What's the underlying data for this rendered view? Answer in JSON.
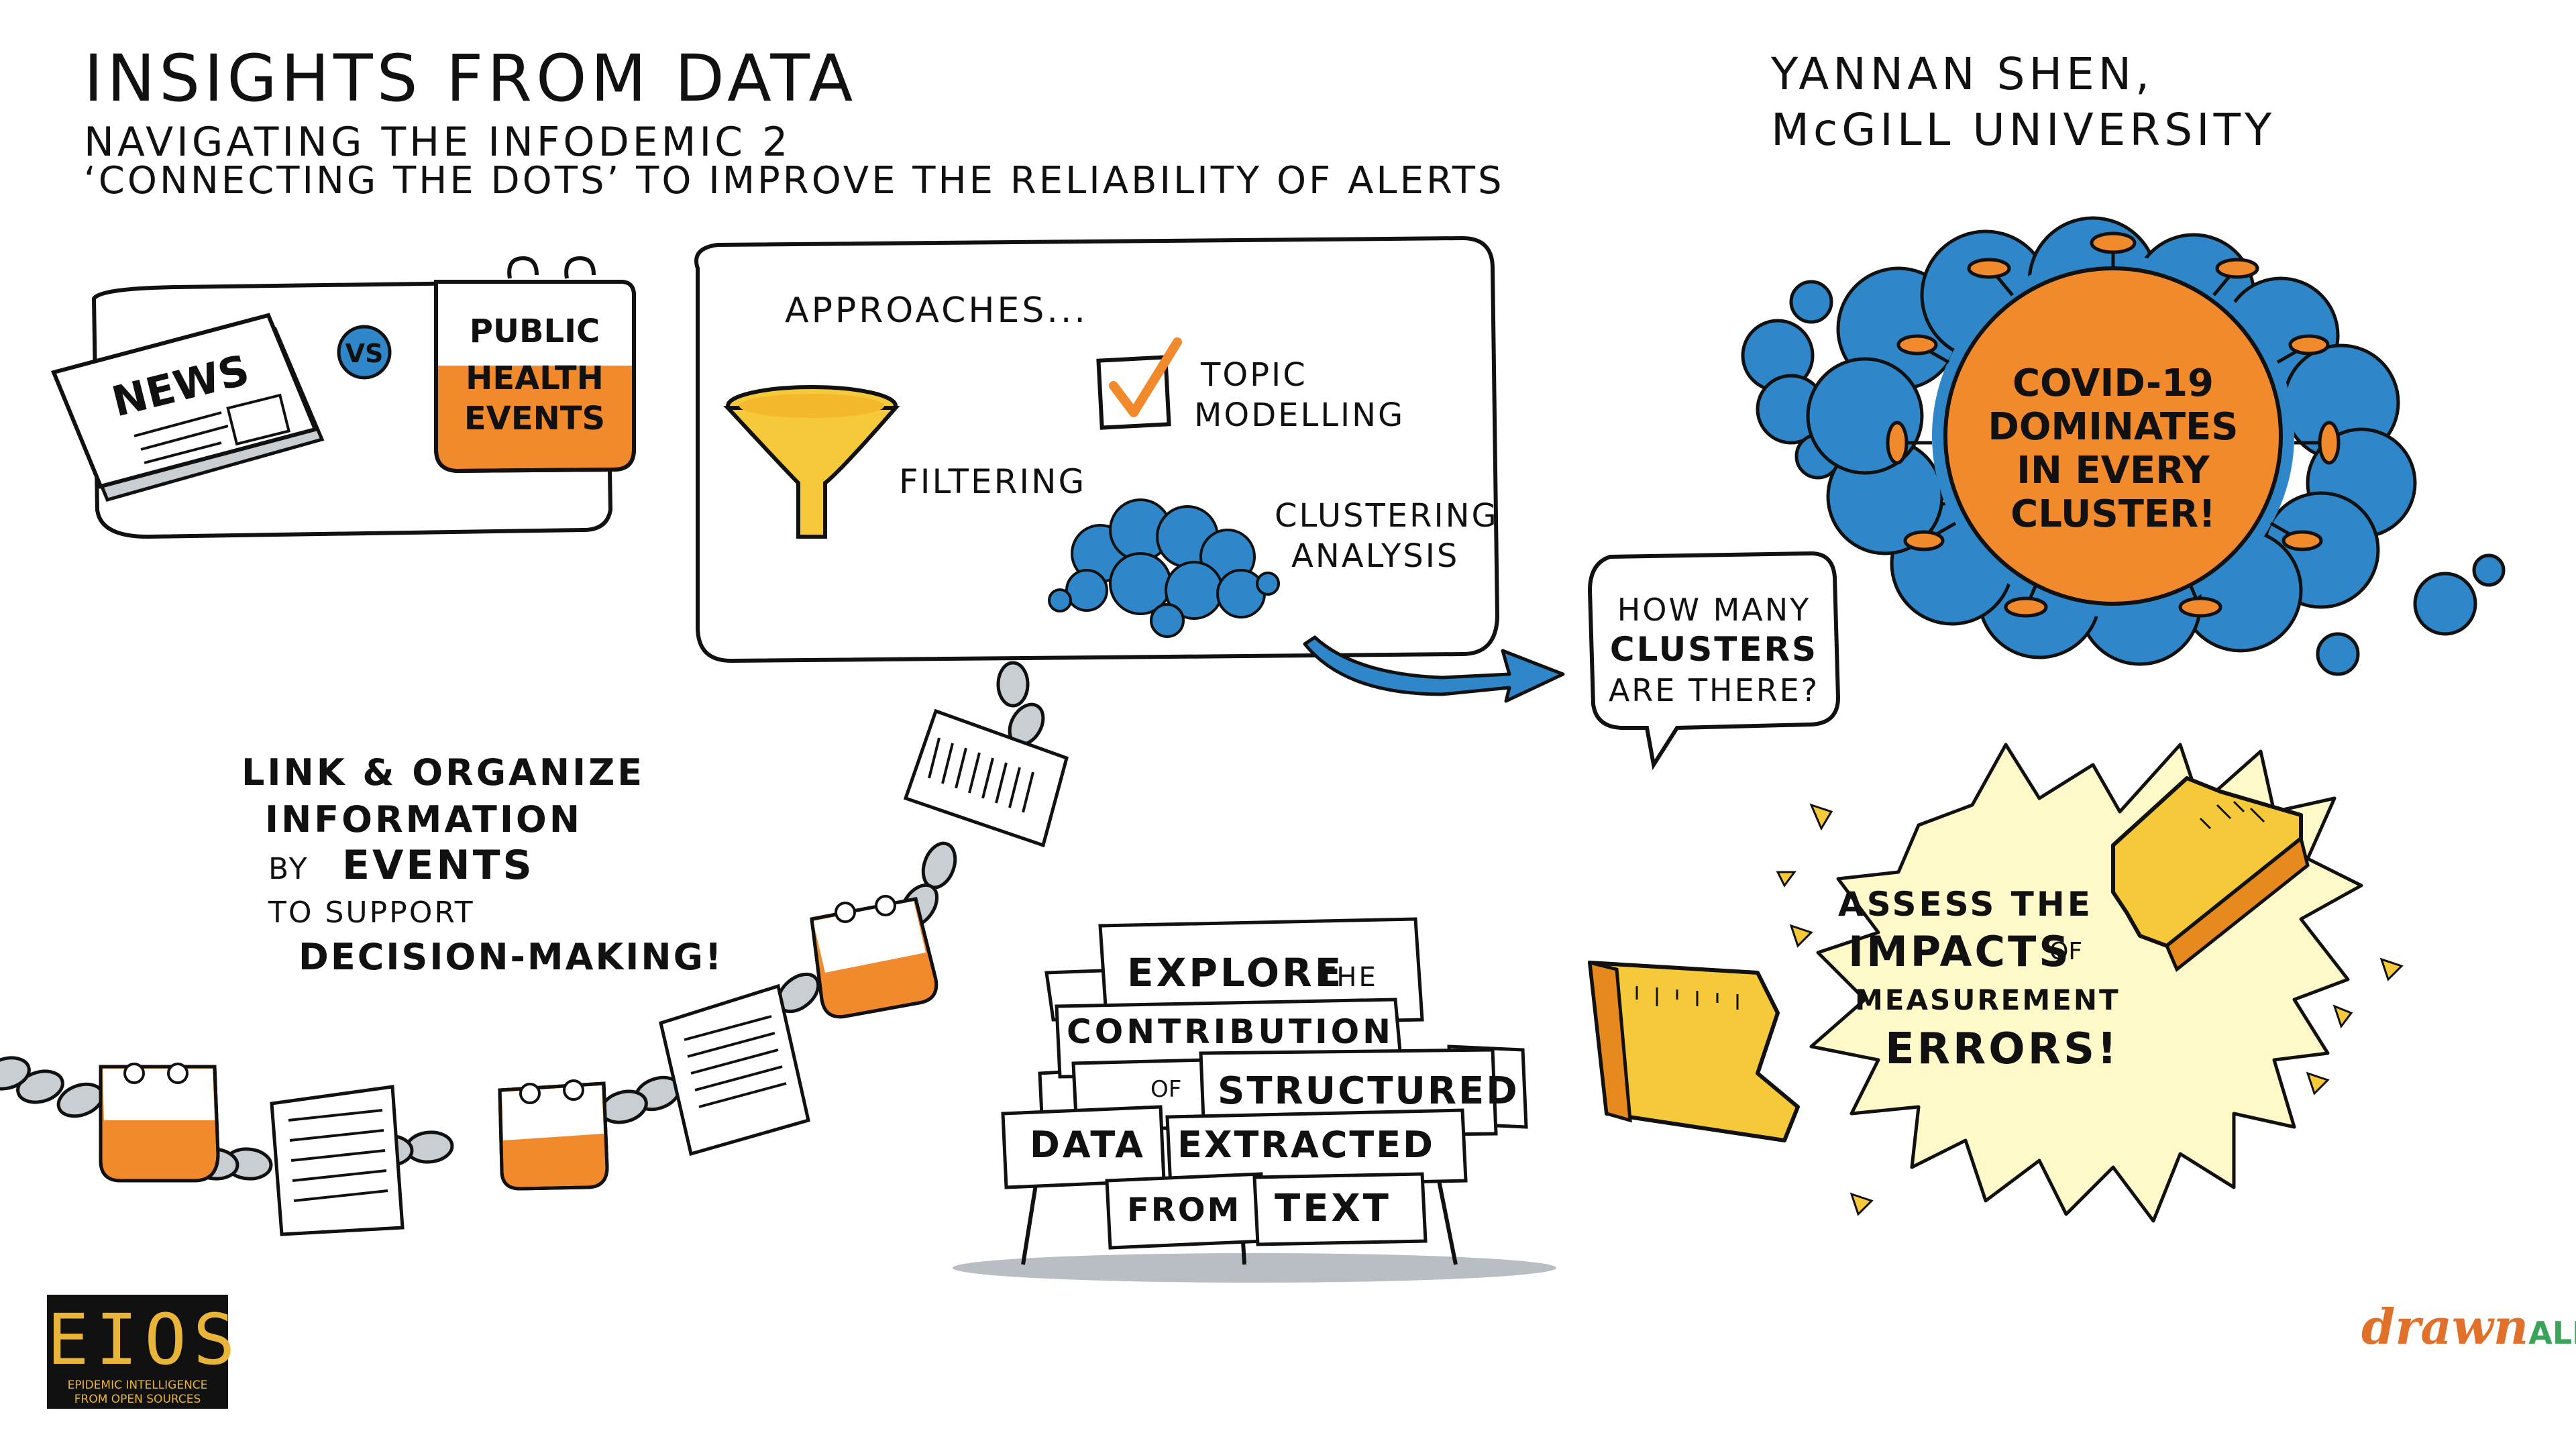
{
  "header": {
    "title": "INSIGHTS FROM DATA",
    "subtitle_line1": "NAVIGATING THE INFODEMIC 2",
    "subtitle_line2": "‘CONNECTING THE DOTS’ TO IMPROVE THE RELIABILITY OF ALERTS"
  },
  "author": {
    "name": "YANNAN SHEN,",
    "affiliation": "McGILL UNIVERSITY"
  },
  "comparison": {
    "news_label": "NEWS",
    "vs_label": "VS",
    "phe_line1": "PUBLIC",
    "phe_line2": "HEALTH",
    "phe_line3": "EVENTS"
  },
  "approaches": {
    "heading": "APPROACHES...",
    "filtering": "FILTERING",
    "topic_line1": "TOPIC",
    "topic_line2": "MODELLING",
    "cluster_line1": "CLUSTERING",
    "cluster_line2": "ANALYSIS"
  },
  "question": {
    "line1": "HOW MANY",
    "line2": "CLUSTERS",
    "line3": "ARE THERE?"
  },
  "covid": {
    "line1": "COVID-19",
    "line2": "DOMINATES",
    "line3": "IN EVERY",
    "line4": "CLUSTER!"
  },
  "link_text": {
    "line1": "LINK & ORGANIZE",
    "line2": "INFORMATION",
    "line3_prefix": "BY",
    "line3_main": "EVENTS",
    "line4": "TO SUPPORT",
    "line5": "DECISION-MAKING!"
  },
  "signs": {
    "explore": "EXPLORE",
    "the": "THE",
    "contribution": "CONTRIBUTION",
    "of": "OF",
    "structured": "STRUCTURED",
    "data": "DATA",
    "extracted": "EXTRACTED",
    "from": "FROM",
    "text": "TEXT"
  },
  "impact": {
    "line1": "ASSESS THE",
    "line2_main": "IMPACTS",
    "line2_suffix": "OF",
    "line3": "MEASUREMENT",
    "line4": "ERRORS!"
  },
  "logos": {
    "eios_big": "EIOS",
    "eios_small1": "EPIDEMIC INTELLIGENCE",
    "eios_small2": "FROM OPEN SOURCES",
    "drawn_part": "drawn",
    "alism_part": "ALISM"
  },
  "colors": {
    "orange": "#f08a2c",
    "blue": "#2f86c8",
    "yellow": "#f6c93b",
    "gray": "#b9bec4",
    "ink": "#111111"
  },
  "icons": [
    "newspaper-icon",
    "calendar-icon",
    "funnel-icon",
    "checkbox-icon",
    "cloud-cluster-icon",
    "arrow-icon",
    "speech-bubble-icon",
    "virus-icon",
    "chain-icon",
    "document-icon",
    "broken-ruler-icon",
    "sign-pile-icon"
  ]
}
